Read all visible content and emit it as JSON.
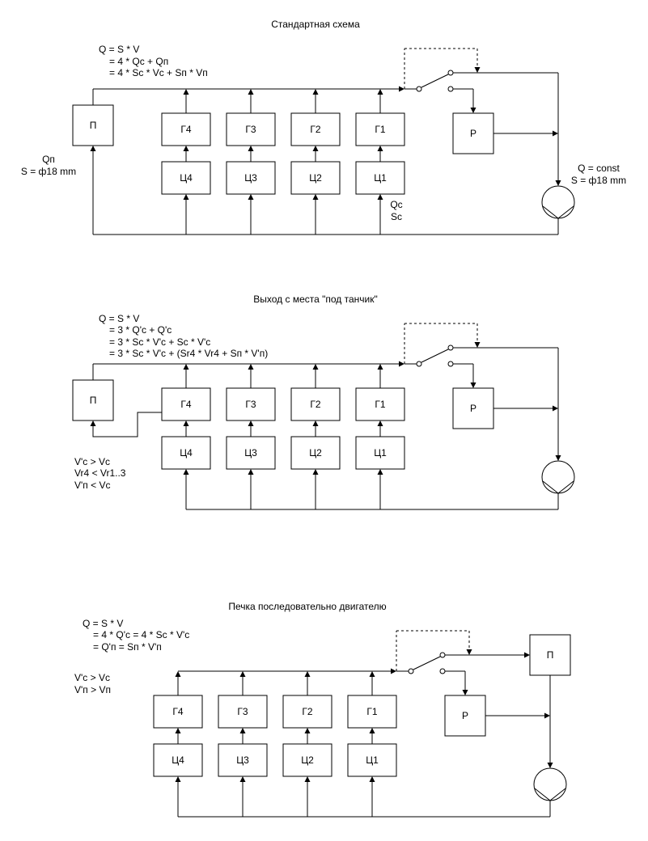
{
  "diagram1": {
    "title": "Стандартная схема",
    "formula": [
      "Q = S * V",
      "= 4 * Qc + Qп",
      "= 4 * Sc * Vc + Sп * Vп"
    ],
    "heater": "П",
    "radiator": "Р",
    "gens": [
      "Г4",
      "Г3",
      "Г2",
      "Г1"
    ],
    "cyls": [
      "Ц4",
      "Ц3",
      "Ц2",
      "Ц1"
    ],
    "left_note": [
      "Qп",
      "S = ф18 mm"
    ],
    "right_note": [
      "Q = const",
      "S = ф18 mm"
    ],
    "cyl_note": [
      "Qc",
      "Sc"
    ]
  },
  "diagram2": {
    "title": "Выход с места \"под танчик\"",
    "formula": [
      "Q = S * V",
      "= 3 * Q'c + Q'c",
      "= 3 * Sc * V'c + Sc * V'c",
      "= 3 * Sc * V'c + (Sr4 * Vr4 + Sп * V'п)"
    ],
    "heater": "П",
    "radiator": "Р",
    "gens": [
      "Г4",
      "Г3",
      "Г2",
      "Г1"
    ],
    "cyls": [
      "Ц4",
      "Ц3",
      "Ц2",
      "Ц1"
    ],
    "conditions": [
      "V'c > Vc",
      "Vr4 < Vr1..3",
      "V'п < Vc"
    ]
  },
  "diagram3": {
    "title": "Печка последовательно двигателю",
    "formula": [
      "Q = S * V",
      "= 4 * Q'c = 4 * Sc * V'c",
      "= Q'п = Sп * V'п"
    ],
    "heater": "П",
    "radiator": "Р",
    "gens": [
      "Г4",
      "Г3",
      "Г2",
      "Г1"
    ],
    "cyls": [
      "Ц4",
      "Ц3",
      "Ц2",
      "Ц1"
    ],
    "conditions": [
      "V'c > Vc",
      "V'п > Vп"
    ]
  }
}
